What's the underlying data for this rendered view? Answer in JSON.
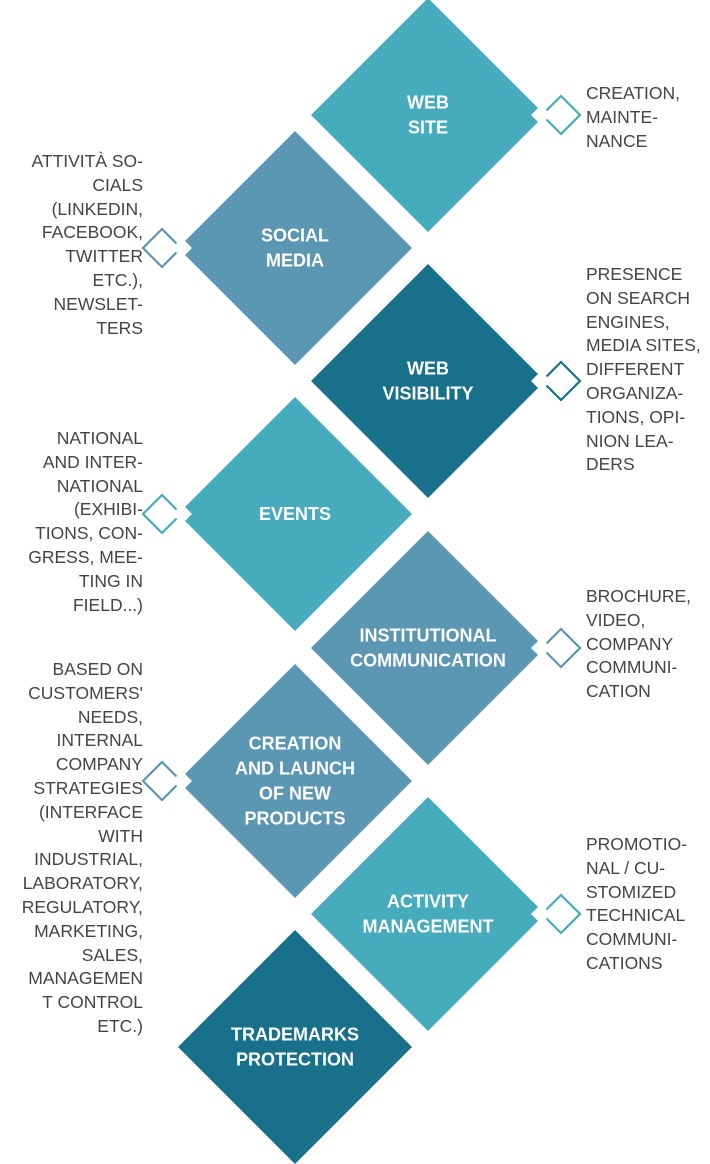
{
  "colors": {
    "teal": "#45abbd",
    "steel": "#5b96b2",
    "dark": "#19708b"
  },
  "stages": [
    {
      "id": "web-site",
      "side": "right",
      "color": "teal",
      "label_lines": [
        "WEB",
        "SITE"
      ],
      "note_lines": [
        "CREATION,",
        "MAINTE-",
        "NANCE"
      ]
    },
    {
      "id": "social-media",
      "side": "left",
      "color": "steel",
      "label_lines": [
        "SOCIAL",
        "MEDIA"
      ],
      "note_lines": [
        "ATTIVITÀ SO-",
        "CIALS",
        "(LINKEDIN,",
        "FACEBOOK,",
        "TWITTER",
        "ETC.),",
        "NEWSLET-",
        "TERS"
      ]
    },
    {
      "id": "web-visibility",
      "side": "right",
      "color": "dark",
      "label_lines": [
        "WEB",
        "VISIBILITY"
      ],
      "note_lines": [
        "PRESENCE",
        "ON SEARCH",
        "ENGINES,",
        "MEDIA SITES,",
        "DIFFERENT",
        "ORGANIZA-",
        "TIONS, OPI-",
        "NION LEA-",
        "DERS"
      ]
    },
    {
      "id": "events",
      "side": "left",
      "color": "teal",
      "label_lines": [
        "EVENTS"
      ],
      "note_lines": [
        "NATIONAL",
        "AND INTER-",
        "NATIONAL",
        "(EXHIBI-",
        "TIONS, CON-",
        "GRESS, MEE-",
        "TING IN",
        "FIELD...)"
      ]
    },
    {
      "id": "institutional-communication",
      "side": "right",
      "color": "steel",
      "label_lines": [
        "INSTITUTIONAL",
        "COMMUNICATION"
      ],
      "note_lines": [
        "BROCHURE,",
        "VIDEO,",
        "COMPANY",
        "COMMUNI-",
        "CATION"
      ]
    },
    {
      "id": "new-products",
      "side": "left",
      "color": "steel",
      "label_lines": [
        "CREATION",
        "AND LAUNCH",
        "OF NEW",
        "PRODUCTS"
      ],
      "note_lines": [
        "BASED ON",
        "CUSTOMERS'",
        "NEEDS,",
        "INTERNAL",
        "COMPANY",
        "STRATEGIES",
        "(INTERFACE",
        "WITH",
        "INDUSTRIAL,",
        "LABORATORY,",
        "REGULATORY,",
        "MARKETING,",
        "SALES,",
        "MANAGEMEN",
        "T CONTROL",
        "ETC.)"
      ]
    },
    {
      "id": "activity-management",
      "side": "right",
      "color": "teal",
      "label_lines": [
        "ACTIVITY",
        "MANAGEMENT"
      ],
      "note_lines": [
        "PROMOTIO-",
        "NAL / CU-",
        "STOMIZED",
        "TECHNICAL",
        "COMMUNI-",
        "CATIONS"
      ]
    },
    {
      "id": "trademarks-protection",
      "side": "left",
      "color": "dark",
      "label_lines": [
        "TRADEMARKS",
        "PROTECTION"
      ],
      "note_lines": []
    }
  ]
}
